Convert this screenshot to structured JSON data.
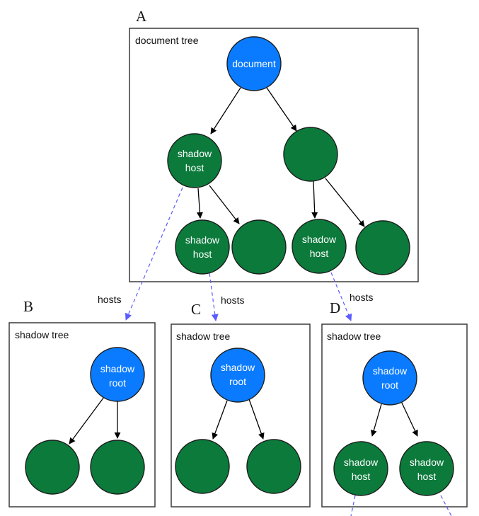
{
  "panels": [
    {
      "letter": "A",
      "title": "document tree"
    },
    {
      "letter": "B",
      "title": "shadow tree"
    },
    {
      "letter": "C",
      "title": "shadow tree"
    },
    {
      "letter": "D",
      "title": "shadow tree"
    }
  ],
  "nodes": {
    "document": {
      "line1": "document",
      "line2": "",
      "color": "blue"
    },
    "a_host": {
      "line1": "shadow",
      "line2": "host",
      "color": "green"
    },
    "a_plain": {
      "line1": "",
      "line2": "",
      "color": "green"
    },
    "a_host_child_host": {
      "line1": "shadow",
      "line2": "host",
      "color": "green"
    },
    "a_host_child_plain": {
      "line1": "",
      "line2": "",
      "color": "green"
    },
    "a_plain_child_host": {
      "line1": "shadow",
      "line2": "host",
      "color": "green"
    },
    "a_plain_child_plain": {
      "line1": "",
      "line2": "",
      "color": "green"
    },
    "b_root": {
      "line1": "shadow",
      "line2": "root",
      "color": "blue"
    },
    "b_child1": {
      "line1": "",
      "line2": "",
      "color": "green"
    },
    "b_child2": {
      "line1": "",
      "line2": "",
      "color": "green"
    },
    "c_root": {
      "line1": "shadow",
      "line2": "root",
      "color": "blue"
    },
    "c_child1": {
      "line1": "",
      "line2": "",
      "color": "green"
    },
    "c_child2": {
      "line1": "",
      "line2": "",
      "color": "green"
    },
    "d_root": {
      "line1": "shadow",
      "line2": "root",
      "color": "blue"
    },
    "d_host1": {
      "line1": "shadow",
      "line2": "host",
      "color": "green"
    },
    "d_host2": {
      "line1": "shadow",
      "line2": "host",
      "color": "green"
    }
  },
  "hosts_labels": [
    "hosts",
    "hosts",
    "hosts"
  ],
  "colors": {
    "blue": "#0a7bff",
    "green": "#0b7a3b",
    "hosts_edge": "#5b5bff"
  }
}
